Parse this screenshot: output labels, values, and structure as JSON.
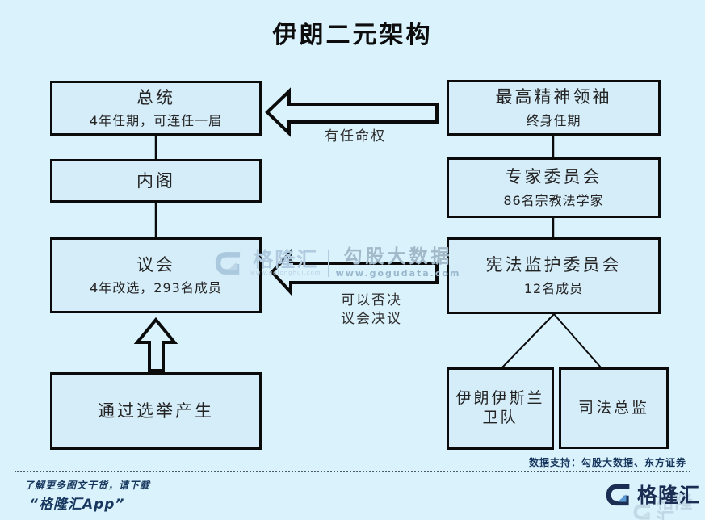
{
  "title": "伊朗二元架构",
  "colors": {
    "background": "#daf2fc",
    "box_fill": "#d5edf9",
    "outline": "#0b0b0b",
    "navy": "#17375e",
    "watermark": "#a2b9c9"
  },
  "boxes": {
    "president": {
      "title": "总统",
      "subtitle": "4年任期，可连任一届"
    },
    "cabinet": {
      "title": "内阁"
    },
    "parliament": {
      "title": "议会",
      "subtitle": "4年改选，293名成员"
    },
    "election": {
      "title": "通过选举产生"
    },
    "supreme_leader": {
      "title": "最高精神领袖",
      "subtitle": "终身任期"
    },
    "experts_assembly": {
      "title": "专家委员会",
      "subtitle": "86名宗教法学家"
    },
    "guardian_council": {
      "title": "宪法监护委员会",
      "subtitle": "12名成员"
    },
    "revolutionary_guards": {
      "title_line1": "伊朗伊斯兰",
      "title_line2": "卫队"
    },
    "judiciary_chief": {
      "title": "司法总监"
    }
  },
  "arrow_labels": {
    "appointment": "有任命权",
    "veto_line1": "可以否决",
    "veto_line2": "议会决议"
  },
  "watermark": {
    "brand": "格隆汇",
    "brand_url": "www.gelonghui.com",
    "product": "勾股大数据",
    "url": "www.gogudata.com"
  },
  "footer": {
    "credit": "数据支持：勾股大数据、东方证券",
    "promo_line1": "了解更多图文干货，请下载",
    "promo_line2": "“格隆汇App”",
    "brand": "格隆汇"
  }
}
